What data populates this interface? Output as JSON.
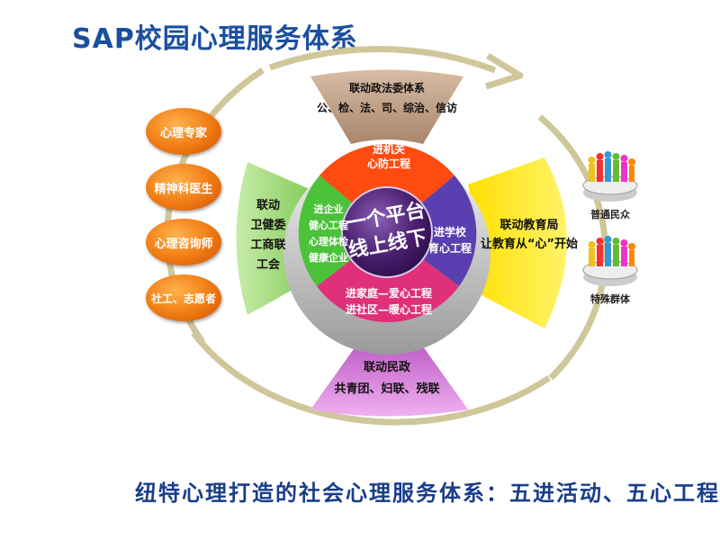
{
  "title": "SAP校园心理服务体系",
  "subtitle": "纽特心理打造的社会心理服务体系：五进活动、五心工程",
  "center": {
    "line1": "一个平台",
    "line2": "线上线下"
  },
  "inner": {
    "top": {
      "line1": "进机关",
      "line2": "心防工程"
    },
    "right": {
      "line1": "进学校",
      "line2": "育心工程"
    },
    "bottom": {
      "line1": "进家庭—爱心工程",
      "line2": "进社区—暖心工程"
    },
    "left": {
      "line1": "进企业",
      "line2": "健心工程",
      "line3": "心理体检",
      "line4": "健康企业"
    }
  },
  "outer": {
    "top": {
      "line1": "联动政法委体系",
      "line2": "公、检、法、司、综治、信访"
    },
    "right": {
      "line1": "联动教育局",
      "line2": "让教育从“心”开始"
    },
    "bottom": {
      "line1": "联动民政",
      "line2": "共青团、妇联、残联"
    },
    "left": {
      "line1": "联动",
      "line2": "卫健委",
      "line3": "工商联",
      "line4": "工会"
    }
  },
  "experts": [
    "心理专家",
    "精神科医生",
    "心理咨询师",
    "社工、志愿者"
  ],
  "groups": [
    "普通民众",
    "特殊群体"
  ],
  "colors": {
    "top_inner": "#ff4a10",
    "right_inner": "#5a3fb0",
    "bottom_inner": "#e0307a",
    "left_inner": "#4bc23a",
    "center": "#4a1f70",
    "outer_top": "#c9a98f",
    "outer_right": "#ffec00",
    "outer_bottom": "#d87ad8",
    "outer_left": "#a6dc7a",
    "arc": "#cfc79a",
    "expert": "#f07a12"
  }
}
